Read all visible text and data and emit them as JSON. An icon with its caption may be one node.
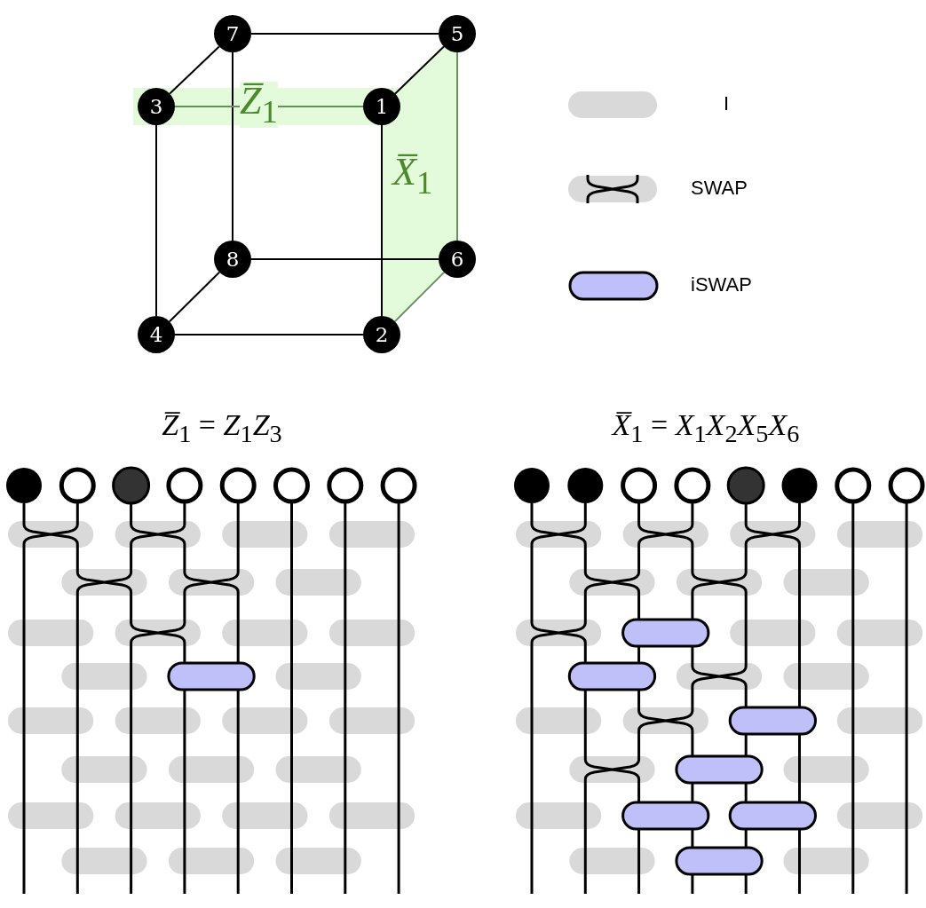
{
  "diagram": {
    "nodes": [
      {
        "text": [
          "7"
        ]
      },
      {
        "text": [
          "5"
        ]
      },
      {
        "text": [
          "3"
        ]
      },
      {
        "text": [
          "1"
        ]
      },
      {
        "text": [
          "8"
        ]
      },
      {
        "text": [
          "6"
        ]
      },
      {
        "text": [
          "4"
        ]
      },
      {
        "text": [
          "2"
        ]
      }
    ],
    "edges": [
      {
        "from": 0,
        "to": 1,
        "arrow": "none"
      },
      {
        "from": 0,
        "to": 2,
        "arrow": "none"
      },
      {
        "from": 0,
        "to": 4,
        "arrow": "none"
      },
      {
        "from": 1,
        "to": 3,
        "arrow": "none"
      },
      {
        "from": 1,
        "to": 5,
        "arrow": "none",
        "color": "#6a8f5e"
      },
      {
        "from": 2,
        "to": 3,
        "arrow": "none",
        "color": "#6a8f5e"
      },
      {
        "from": 2,
        "to": 6,
        "arrow": "none"
      },
      {
        "from": 3,
        "to": 7,
        "arrow": "none"
      },
      {
        "from": 4,
        "to": 5,
        "arrow": "none"
      },
      {
        "from": 4,
        "to": 6,
        "arrow": "none"
      },
      {
        "from": 5,
        "to": 7,
        "arrow": "none",
        "color": "#6a8f5e"
      },
      {
        "from": 6,
        "to": 7,
        "arrow": "none"
      }
    ],
    "labels": [
      "*Z̅*$_{1}$",
      "*X̅*$_{1}$",
      "*Z̅*$_{1}$ = *Z*$_{1}$*Z*$_{3}$",
      "*X̅*$_{1}$ = *X*$_{1}$*X*$_{2}$*X*$_{5}$*X*$_{6}$"
    ],
    "legend": [
      {
        "text": "I"
      },
      {
        "text": "SWAP"
      },
      {
        "text": "iSWAP"
      }
    ]
  }
}
